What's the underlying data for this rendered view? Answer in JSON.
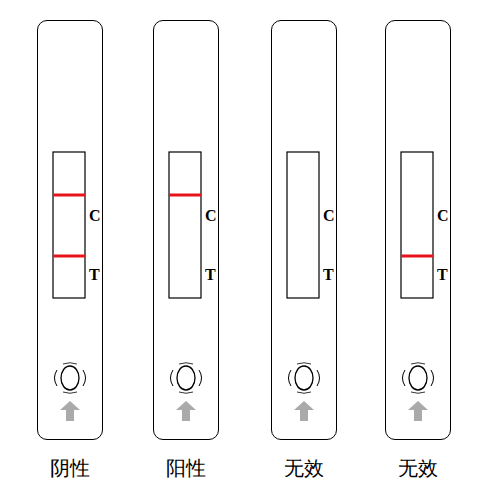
{
  "diagram": {
    "nodes": [
      {
        "text": [
          "C",
          "T",
          "阴性"
        ]
      },
      {
        "text": [
          "C",
          "T",
          "阳性"
        ]
      },
      {
        "text": [
          "C",
          "T",
          "无效"
        ]
      },
      {
        "text": [
          "C",
          "T",
          "无效"
        ]
      }
    ]
  }
}
